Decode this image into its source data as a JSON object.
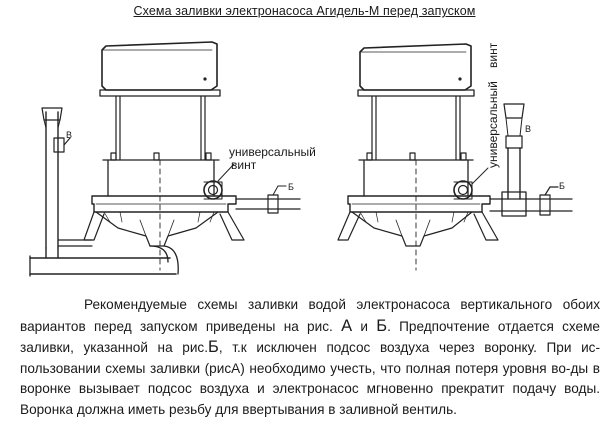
{
  "title": "Схема заливки электронасоса Агидель-М перед запуском",
  "left_figure": {
    "screw_label_line1": "универсальный",
    "screw_label_line2": "винт",
    "valve_b_label": "Б",
    "valve_v_label": "В"
  },
  "right_figure": {
    "screw_label_line1": "универсальный",
    "screw_label_line2": "винт",
    "valve_b_label": "Б",
    "valve_v_label": "В"
  },
  "paragraph": {
    "p1": "Рекомендуемые схемы заливки водой электронасоса вертикального обоих вариантов перед запуском приведены на рис. ",
    "letter_a": "А",
    "and": " и ",
    "letter_b": "Б",
    "p2": ". Предпочтение отдается схеме заливки, указанной на рис.",
    "letter_b2": "Б",
    "p3": ", т.к  исключен подсос воздуха через воронку. При ис-пользовании схемы заливки (рис",
    "letter_a2": "А",
    "p4": ") необходимо учесть, что полная потеря уровня во-ды в воронке вызывает подсос воздуха и электронасос мгновенно прекратит подачу воды. Воронка должна иметь резьбу для ввертывания в заливной вентиль."
  }
}
